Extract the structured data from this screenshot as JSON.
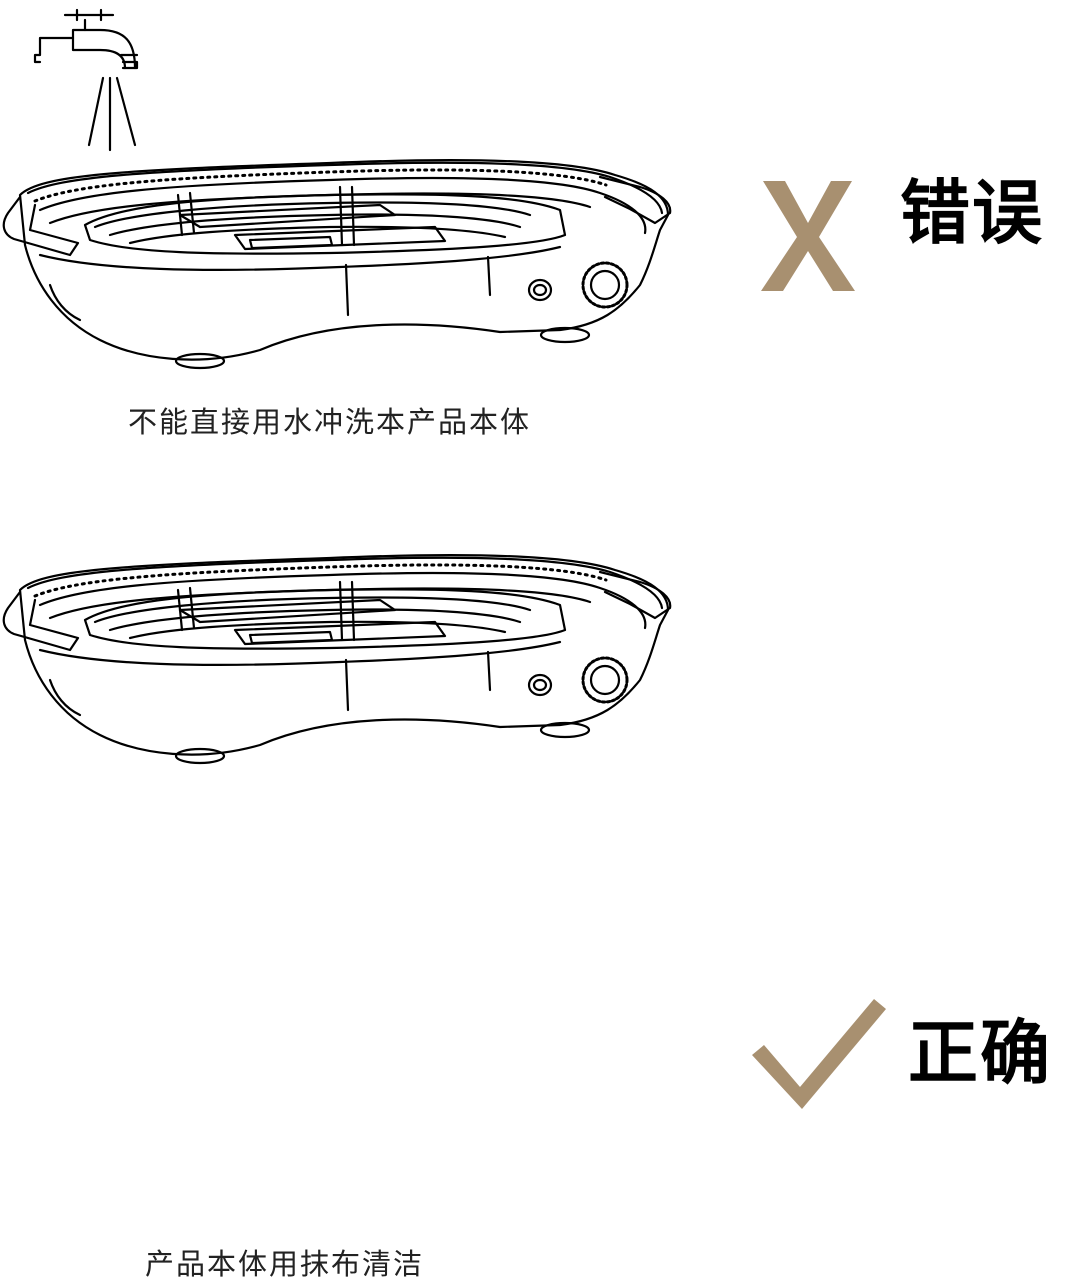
{
  "wrong": {
    "verdict": "错误",
    "caption": "不能直接用水冲洗本产品本体",
    "mark_icon": "x-mark-icon",
    "mark_color": "#a89070"
  },
  "right": {
    "verdict": "正确",
    "caption": "产品本体用抹布清洁",
    "mark_icon": "check-mark-icon",
    "mark_color": "#a89070"
  },
  "colors": {
    "line": "#000000",
    "background": "#ffffff"
  }
}
